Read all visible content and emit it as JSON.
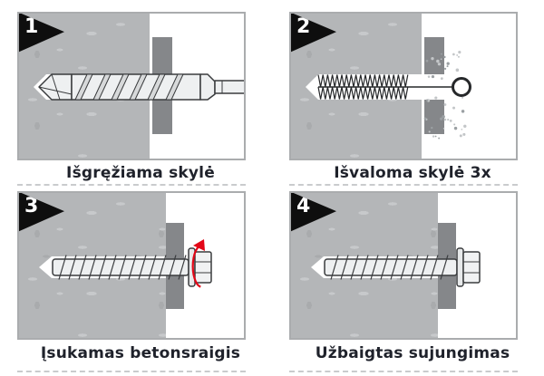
{
  "panels": [
    {
      "step": "1",
      "caption": "Išgręžiama skylė",
      "art": "drill",
      "turning": false
    },
    {
      "step": "2",
      "caption": "Išvaloma skylė 3x",
      "art": "brush",
      "turning": false
    },
    {
      "step": "3",
      "caption": "Įsukamas betonsraigis",
      "art": "screw",
      "turning": true
    },
    {
      "step": "4",
      "caption": "Užbaigtas sujungimas",
      "art": "screw",
      "turning": false
    }
  ],
  "colors": {
    "background": "#ffffff",
    "panel_border": "#aaacae",
    "concrete": "#b4b6b8",
    "speckle": "#c7c9cb",
    "speckle2": "#a9abad",
    "plate": "#85878a",
    "outline": "#3a3c3e",
    "tool_fill": "#eef0f1",
    "tool_band": "#d7d9da",
    "washer_fill": "#e7e9ea",
    "hex_fill": "#f1f2f3",
    "brush_dark": "#26282a",
    "dust_light": "#c3c6c8",
    "dust_dark": "#9ba0a3",
    "arrow_red": "#e30617",
    "step_badge": "#0e0e0e",
    "caption_text": "#1f222b",
    "divider": "#c9cbcd"
  }
}
